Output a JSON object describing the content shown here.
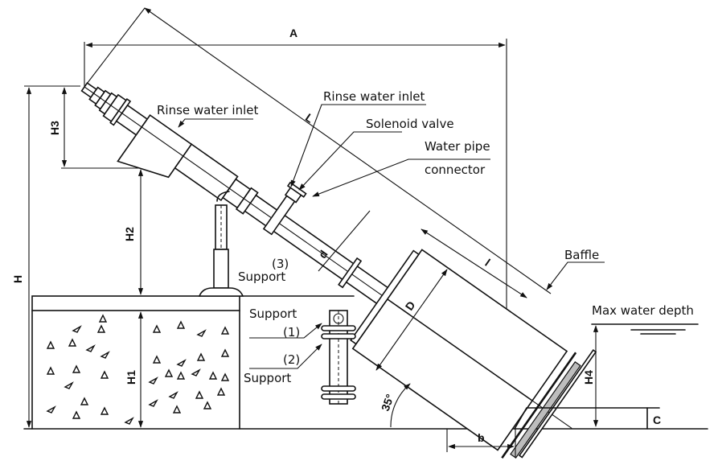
{
  "diagram": {
    "title": "Inclined rotary drum screen installation dimensions",
    "angle_label": "35°",
    "callouts": {
      "rinse_inlet_left": "Rinse water inlet",
      "rinse_inlet_right": "Rinse water inlet",
      "solenoid_valve": "Solenoid valve",
      "water_pipe_line1": "Water pipe",
      "water_pipe_line2": "connector",
      "support_3_num": "(3)",
      "support_3_label": "Support",
      "support_1_label": "Support",
      "support_1_num": "(1)",
      "support_2_num": "(2)",
      "support_2_label": "Support",
      "baffle": "Baffle",
      "max_water_depth": "Max water depth"
    },
    "dimensions": {
      "A": "A",
      "L": "L",
      "l": "l",
      "D": "D",
      "d": "d",
      "H": "H",
      "H1": "H1",
      "H2": "H2",
      "H3": "H3",
      "H4": "H4",
      "b": "b",
      "C": "C"
    }
  }
}
